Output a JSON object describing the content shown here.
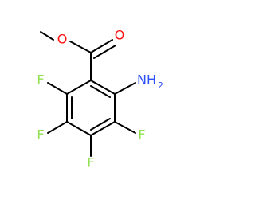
{
  "molecule": {
    "atoms": {
      "carbonyl_oxygen": {
        "symbol": "O",
        "color": "#ff0d0d"
      },
      "ester_oxygen": {
        "symbol": "O",
        "color": "#ff0d0d"
      },
      "amino_group": {
        "symbol": "NH",
        "subscript": "2",
        "color": "#3050f8"
      },
      "fluorine_1": {
        "symbol": "F",
        "color": "#90e050"
      },
      "fluorine_2": {
        "symbol": "F",
        "color": "#90e050"
      },
      "fluorine_3": {
        "symbol": "F",
        "color": "#90e050"
      },
      "fluorine_4": {
        "symbol": "F",
        "color": "#90e050"
      }
    },
    "bond_color": "#000000"
  }
}
